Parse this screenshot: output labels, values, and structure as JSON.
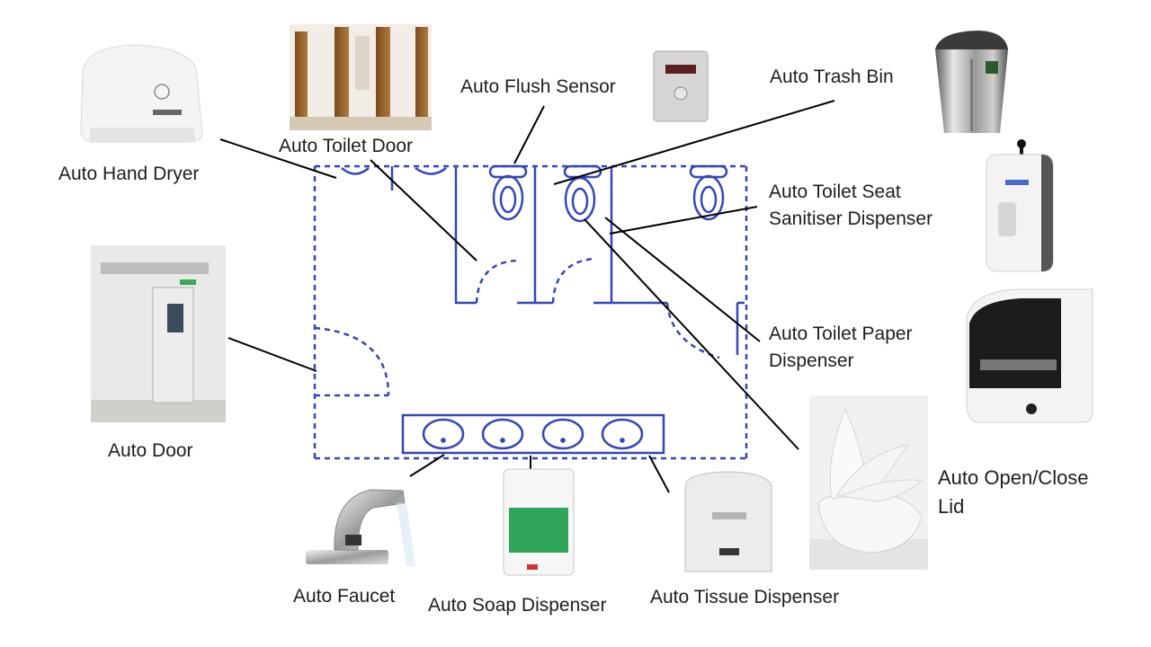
{
  "labels": {
    "hand_dryer": "Auto Hand Dryer",
    "toilet_door": "Auto Toilet Door",
    "flush_sensor": "Auto Flush Sensor",
    "trash_bin": "Auto Trash Bin",
    "seat_sanitiser_line1": "Auto Toilet Seat",
    "seat_sanitiser_line2": "Sanitiser Dispenser",
    "toilet_paper_line1": "Auto Toilet Paper",
    "toilet_paper_line2": "Dispenser",
    "open_close_lid_line1": "Auto Open/Close",
    "open_close_lid_line2": "Lid",
    "door": "Auto Door",
    "faucet": "Auto Faucet",
    "soap_dispenser": "Auto Soap Dispenser",
    "tissue_dispenser": "Auto Tissue Dispenser"
  },
  "product_images": [
    "hand-dryer",
    "toilet-cubicle-doors",
    "flush-sensor",
    "trash-bin",
    "seat-sanitiser-dispenser",
    "toilet-paper-dispenser",
    "open-close-lid-toilet",
    "sliding-door",
    "faucet",
    "soap-dispenser",
    "tissue-dispenser"
  ],
  "colors": {
    "floorplan_line": "#3347b8",
    "leader_line": "#000000",
    "label_text": "#1e1e1e"
  }
}
